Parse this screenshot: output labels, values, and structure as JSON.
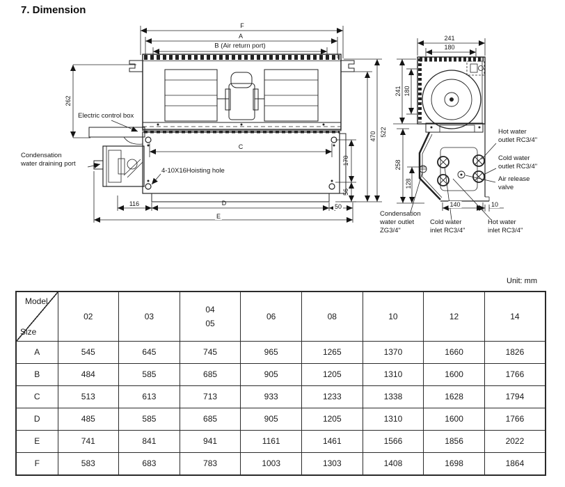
{
  "page": {
    "title": "7. Dimension",
    "unit_note": "Unit: mm"
  },
  "drawing": {
    "front_view": {
      "dims": {
        "f": "F",
        "a": "A",
        "b": "B (Air return port)",
        "h262": "262",
        "c": "C",
        "w116": "116",
        "d": "D",
        "w50": "50",
        "e": "E",
        "h170": "170",
        "h56": "56",
        "h470": "470",
        "h522": "522"
      },
      "labels": {
        "electric_box": "Electric control box",
        "drain_port": "Condensation\nwater draining port",
        "hoisting": "4-10X16Hoisting hole"
      }
    },
    "side_view": {
      "dims": {
        "w241": "241",
        "w180": "180",
        "h241": "241",
        "h180": "180",
        "h258": "258",
        "h128": "128",
        "w140": "140",
        "w10": "10"
      },
      "labels": {
        "hot_out": "Hot water\noutlet RC3/4\"",
        "cold_out": "Cold water\noutlet RC3/4\"",
        "air_valve": "Air release\nvalve",
        "cond_out": "Condensation\nwater outlet\nZG3/4\"",
        "cold_in": "Cold water\ninlet RC3/4\"",
        "hot_in": "Hot water\ninlet RC3/4\""
      }
    }
  },
  "table": {
    "corner": {
      "top": "Model",
      "bottom": "Size"
    },
    "columns": [
      "02",
      "03",
      "04\n05",
      "06",
      "08",
      "10",
      "12",
      "14"
    ],
    "rows": [
      {
        "label": "A",
        "values": [
          "545",
          "645",
          "745",
          "965",
          "1265",
          "1370",
          "1660",
          "1826"
        ]
      },
      {
        "label": "B",
        "values": [
          "484",
          "585",
          "685",
          "905",
          "1205",
          "1310",
          "1600",
          "1766"
        ]
      },
      {
        "label": "C",
        "values": [
          "513",
          "613",
          "713",
          "933",
          "1233",
          "1338",
          "1628",
          "1794"
        ]
      },
      {
        "label": "D",
        "values": [
          "485",
          "585",
          "685",
          "905",
          "1205",
          "1310",
          "1600",
          "1766"
        ]
      },
      {
        "label": "E",
        "values": [
          "741",
          "841",
          "941",
          "1161",
          "1461",
          "1566",
          "1856",
          "2022"
        ]
      },
      {
        "label": "F",
        "values": [
          "583",
          "683",
          "783",
          "1003",
          "1303",
          "1408",
          "1698",
          "1864"
        ]
      }
    ]
  }
}
